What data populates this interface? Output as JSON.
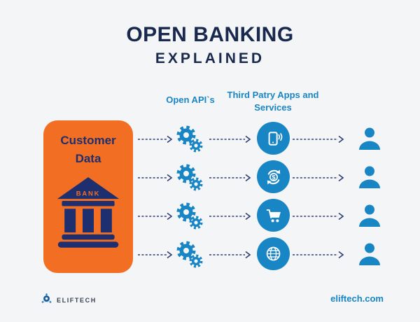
{
  "title": "OPEN BANKING",
  "subtitle": "EXPLAINED",
  "columns": {
    "apis_label": "Open API`s",
    "apps_label": "Third Patry Apps and Services"
  },
  "source": {
    "label": "Customer Data",
    "bank_label": "BANK"
  },
  "rows": [
    {
      "app_icon": "mobile-payment"
    },
    {
      "app_icon": "money-transfer"
    },
    {
      "app_icon": "shopping-cart"
    },
    {
      "app_icon": "internet-globe"
    }
  ],
  "footer": {
    "brand": "ELIFTECH",
    "website": "eliftech.com"
  },
  "colors": {
    "background": "#f4f5f7",
    "navy": "#19294d",
    "bank_navy": "#1d2f6e",
    "orange": "#f26e22",
    "blue": "#1885c4",
    "arrow": "#2e3c74"
  }
}
